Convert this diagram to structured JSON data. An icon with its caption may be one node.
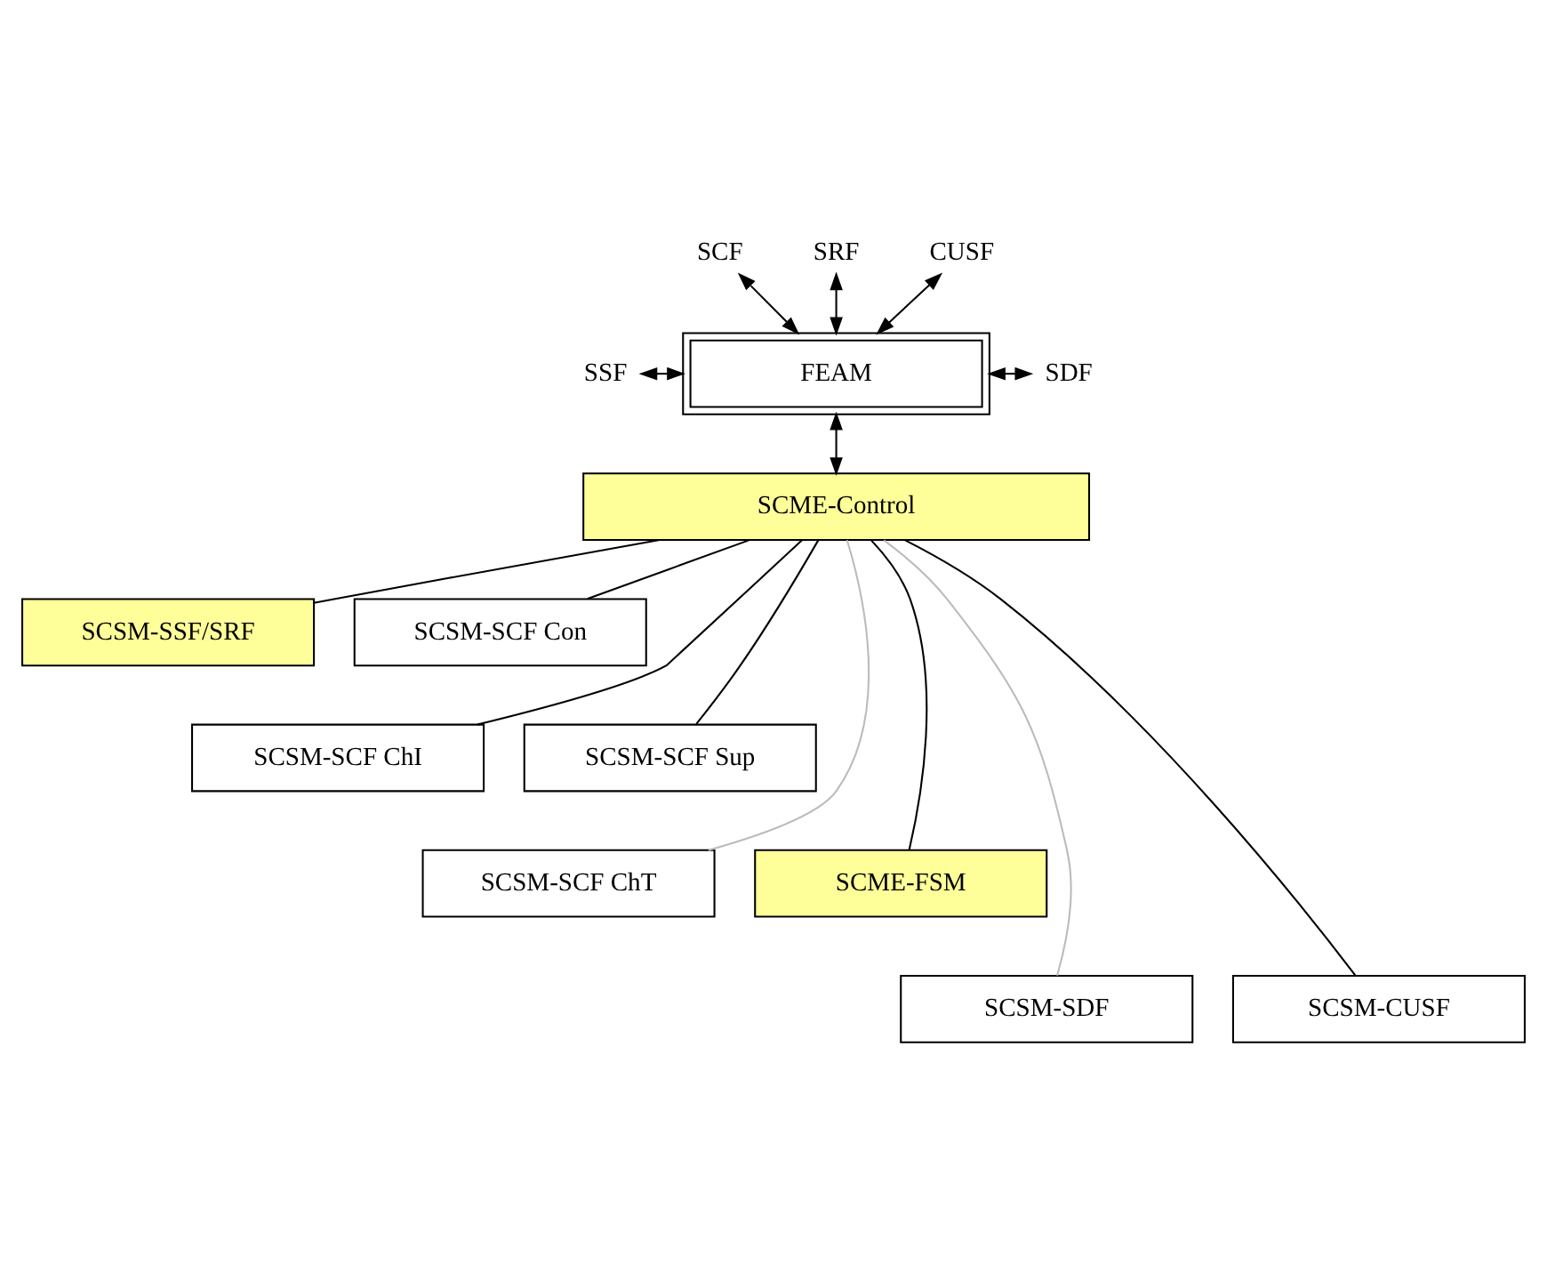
{
  "diagram": {
    "nodes": [
      {
        "text": [
          "SCF"
        ]
      },
      {
        "text": [
          "SRF"
        ]
      },
      {
        "text": [
          "CUSF"
        ]
      },
      {
        "text": [
          "SSF"
        ]
      },
      {
        "text": [
          "FEAM"
        ]
      },
      {
        "text": [
          "SDF"
        ]
      },
      {
        "text": [
          "SCME-Control"
        ]
      },
      {
        "text": [
          "SCSM-SSF/SRF"
        ]
      },
      {
        "text": [
          "SCSM-SCF Con"
        ]
      },
      {
        "text": [
          "SCSM-SCF ChI"
        ]
      },
      {
        "text": [
          "SCSM-SCF Sup"
        ]
      },
      {
        "text": [
          "SCSM-SCF ChT"
        ]
      },
      {
        "text": [
          "SCME-FSM"
        ]
      },
      {
        "text": [
          "SCSM-SDF"
        ]
      },
      {
        "text": [
          "SCSM-CUSF"
        ]
      }
    ],
    "edges": [
      {
        "from": 0,
        "to": 4,
        "arrow": "both"
      },
      {
        "from": 1,
        "to": 4,
        "arrow": "both"
      },
      {
        "from": 2,
        "to": 4,
        "arrow": "both"
      },
      {
        "from": 3,
        "to": 4,
        "arrow": "both"
      },
      {
        "from": 4,
        "to": 5,
        "arrow": "both"
      },
      {
        "from": 4,
        "to": 6,
        "arrow": "both"
      },
      {
        "from": 6,
        "to": 7,
        "arrow": "none"
      },
      {
        "from": 6,
        "to": 8,
        "arrow": "none"
      },
      {
        "from": 6,
        "to": 9,
        "arrow": "none"
      },
      {
        "from": 6,
        "to": 10,
        "arrow": "none"
      },
      {
        "from": 6,
        "to": 11,
        "arrow": "none",
        "color": "#bbbbbb"
      },
      {
        "from": 6,
        "to": 12,
        "arrow": "none"
      },
      {
        "from": 6,
        "to": 13,
        "arrow": "none",
        "color": "#bbbbbb"
      },
      {
        "from": 6,
        "to": 14,
        "arrow": "none"
      }
    ]
  }
}
